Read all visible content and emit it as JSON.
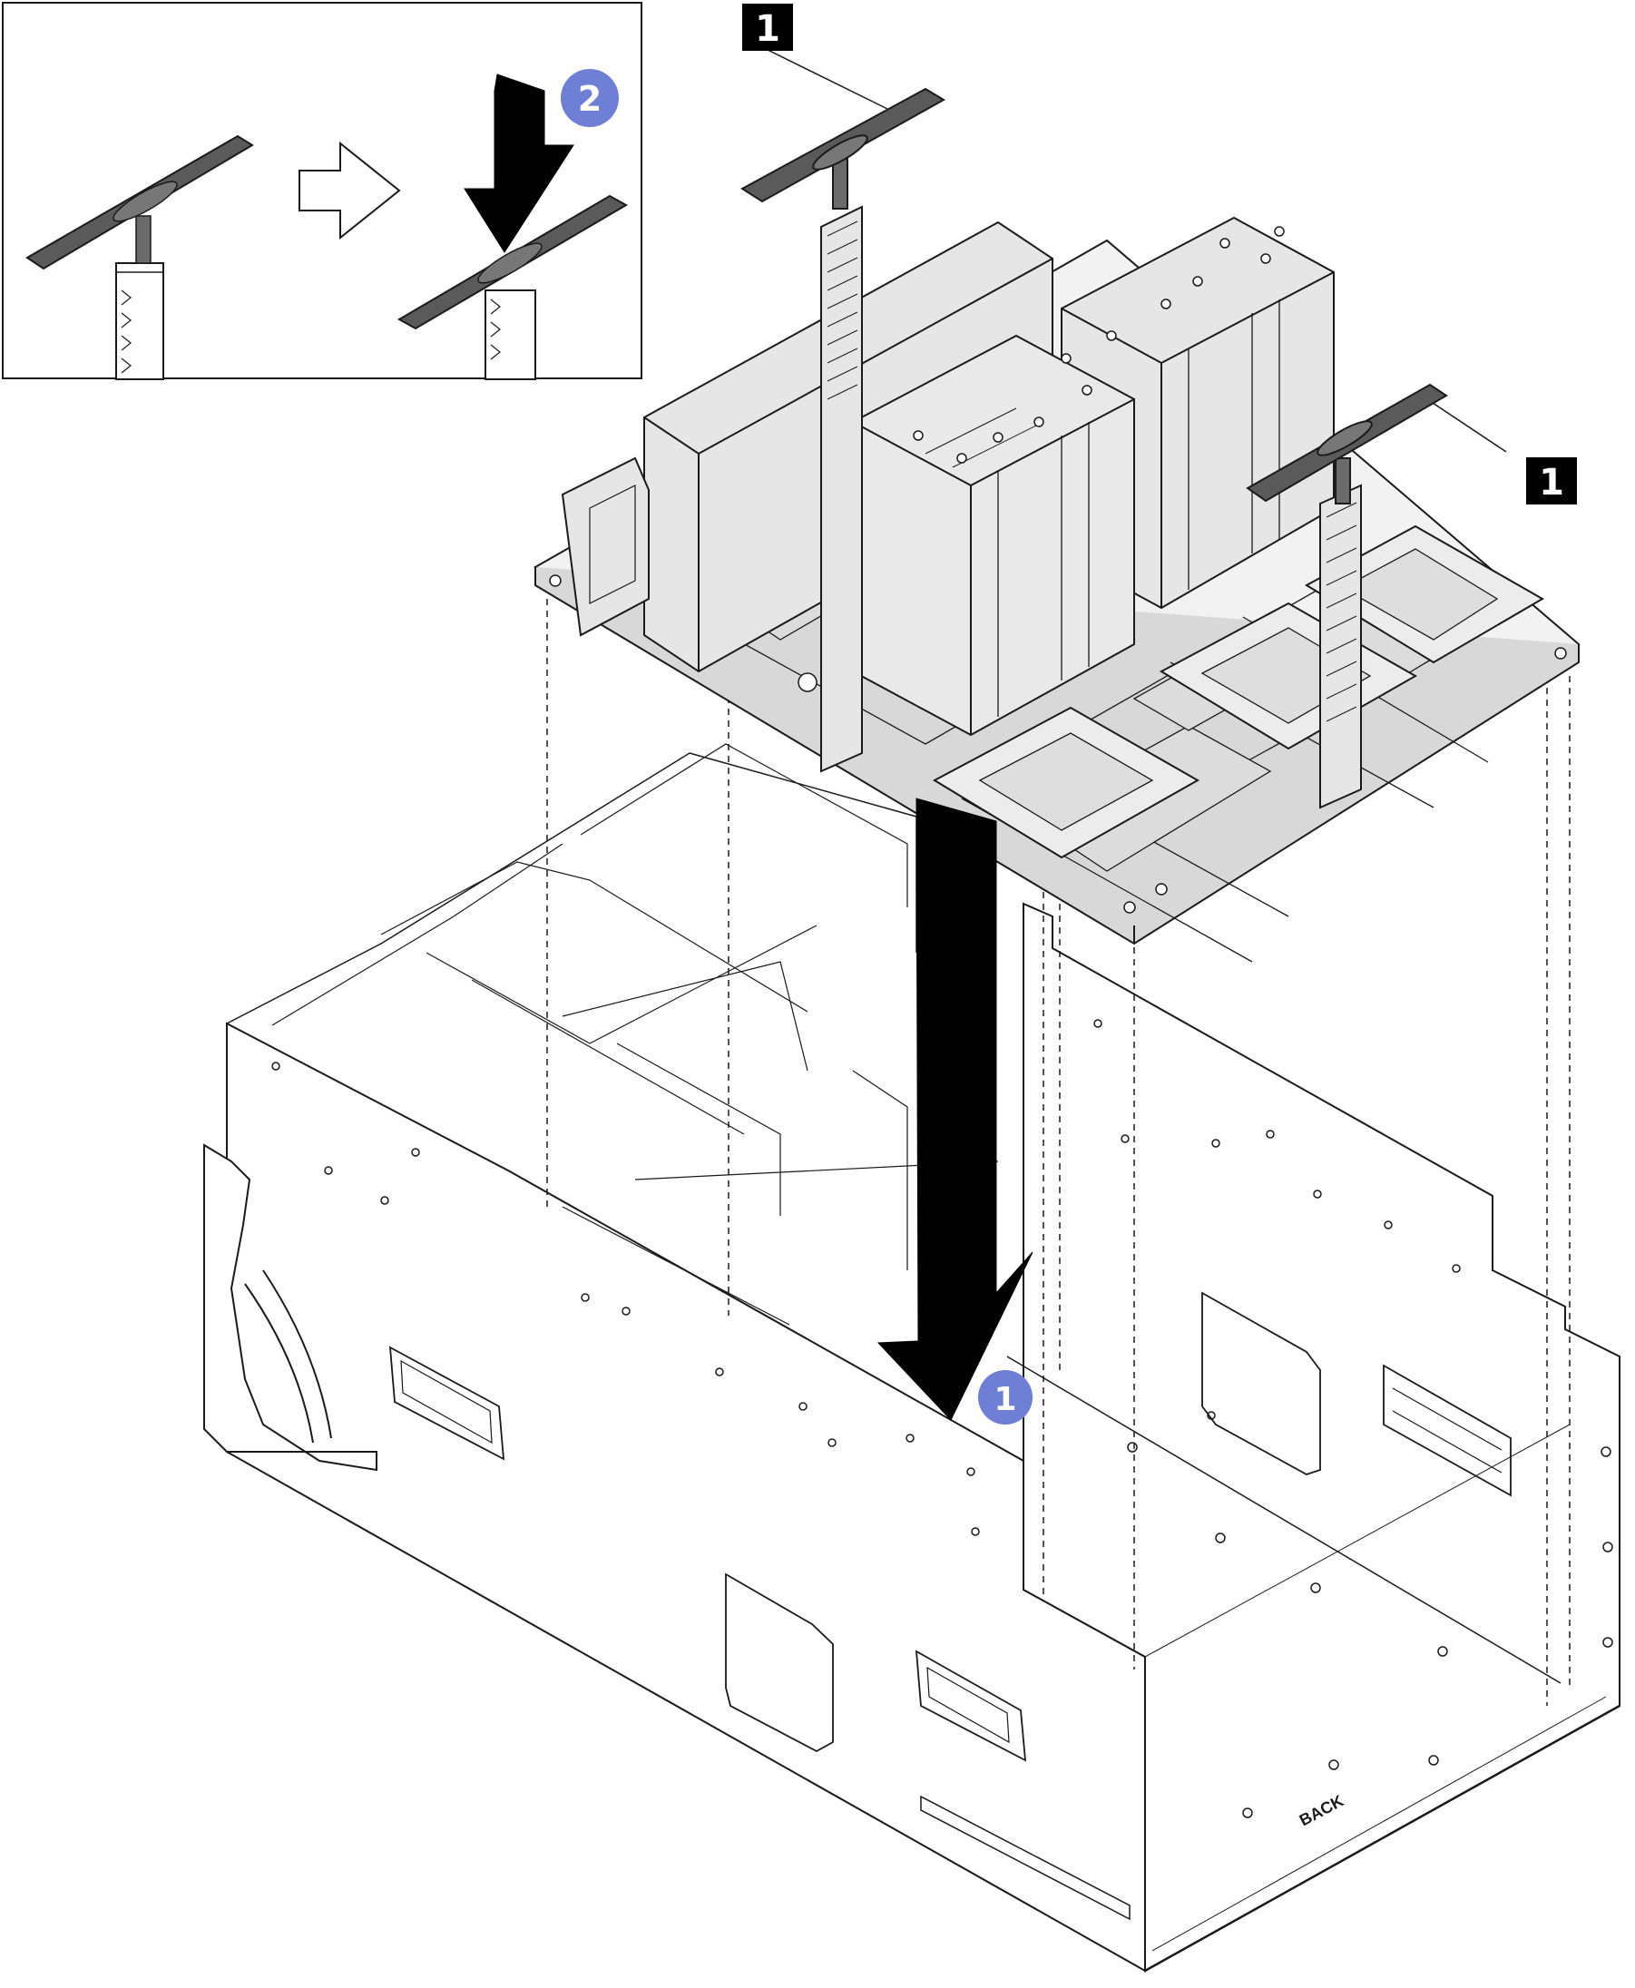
{
  "callouts": {
    "handle_label_top": "1",
    "handle_label_right": "1",
    "step_one": "1",
    "step_two": "2"
  },
  "chassis": {
    "back_label": "BACK"
  },
  "colors": {
    "line": "#1a1a1a",
    "handle_grip": "#5a5a5a",
    "handle_dark": "#3b3b3b",
    "part_fill": "#e6e6e6",
    "part_fill_dark": "#c9c9c9",
    "step_badge": "#6f7fd6",
    "arrow": "#000000",
    "callout_box": "#000000",
    "callout_text": "#ffffff"
  },
  "icons": {
    "inset_transition": "hollow-right-arrow-icon",
    "press_down": "down-arrow-icon",
    "install_down": "down-arrow-icon"
  }
}
